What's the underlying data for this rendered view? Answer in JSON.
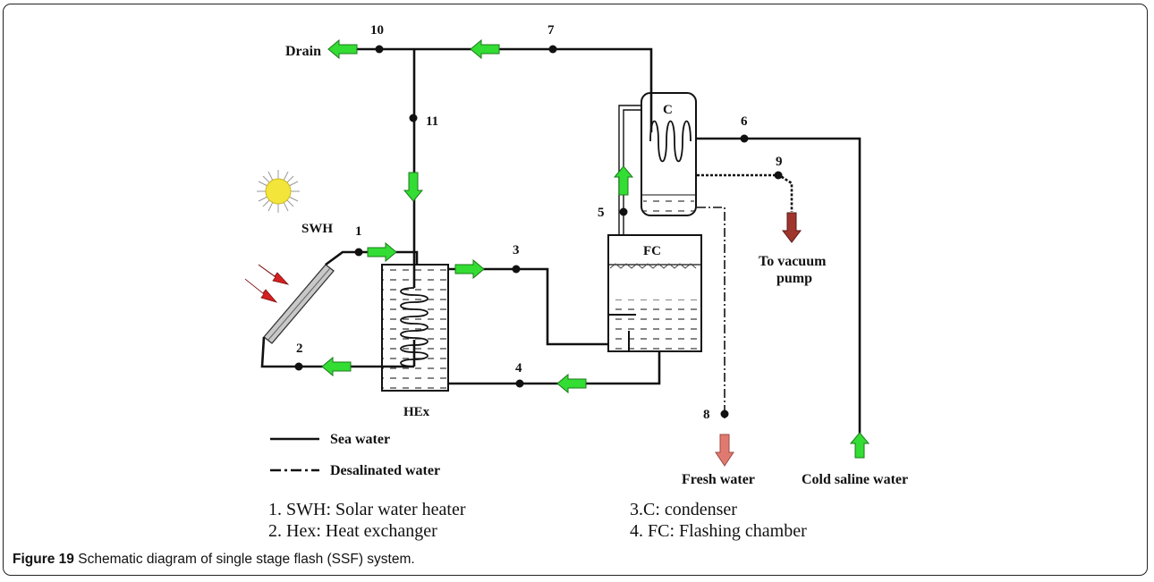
{
  "caption": {
    "label": "Figure 19",
    "text": "Schematic diagram of single stage flash (SSF) system."
  },
  "nodes": {
    "n1": "1",
    "n2": "2",
    "n3": "3",
    "n4": "4",
    "n5": "5",
    "n6": "6",
    "n7": "7",
    "n8": "8",
    "n9": "9",
    "n10": "10",
    "n11": "11"
  },
  "components": {
    "swh": "SWH",
    "hex": "HEx",
    "fc": "FC",
    "condenser": "C"
  },
  "flows": {
    "drain": "Drain",
    "vacuum_line1": "To vacuum",
    "vacuum_line2": "pump",
    "fresh_water": "Fresh water",
    "cold_saline": "Cold saline water"
  },
  "legend": {
    "sea_water": "Sea water",
    "desalinated_water": "Desalinated water",
    "notes": [
      "1. SWH: Solar water heater",
      "2. Hex: Heat exchanger",
      "3.C: condenser",
      "4. FC: Flashing chamber"
    ]
  },
  "colors": {
    "flow_arrow": "#33dd33",
    "vacuum_arrow": "#a0352e",
    "fresh_arrow": "#e07a70",
    "solar_arrow": "#d42020",
    "sun": "#f3e53a"
  }
}
